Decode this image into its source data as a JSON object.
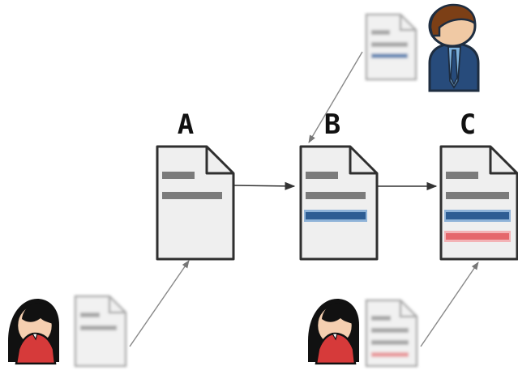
{
  "diagram": {
    "documents": [
      {
        "id": "A",
        "label": "A"
      },
      {
        "id": "B",
        "label": "B"
      },
      {
        "id": "C",
        "label": "C"
      }
    ],
    "colors": {
      "paper": "#efefef",
      "outline": "#2f2f2f",
      "gray_line": "#7b7b7b",
      "blue_line": "#2e5d93",
      "blue_glow": "#8fb3d8",
      "red_line": "#e5676c",
      "red_glow": "#f3b3b6",
      "arrow": "#333333",
      "faint_arrow": "#9a9a9a"
    },
    "actors": [
      {
        "name": "man-in-suit-icon"
      },
      {
        "name": "woman-red-shirt-icon"
      },
      {
        "name": "woman-red-shirt-icon"
      }
    ]
  }
}
